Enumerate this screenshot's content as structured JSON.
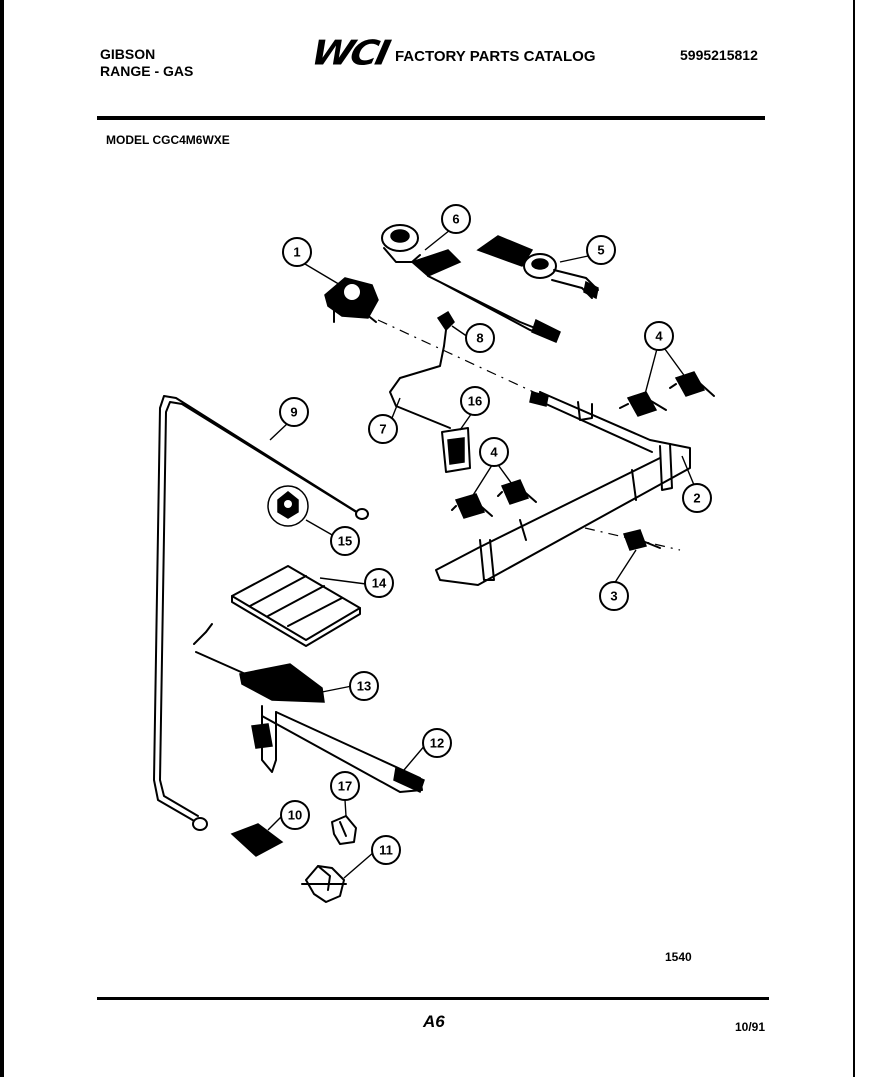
{
  "header": {
    "brand": "GIBSON",
    "product": "RANGE - GAS",
    "logo": "WCI",
    "catalog_title": "FACTORY PARTS CATALOG",
    "part_number": "5995215812"
  },
  "model_label": "MODEL CGC4M6WXE",
  "diagram": {
    "callouts": [
      {
        "id": "c1",
        "label": "1"
      },
      {
        "id": "c2",
        "label": "2"
      },
      {
        "id": "c3",
        "label": "3"
      },
      {
        "id": "c4a",
        "label": "4"
      },
      {
        "id": "c4b",
        "label": "4"
      },
      {
        "id": "c5",
        "label": "5"
      },
      {
        "id": "c6",
        "label": "6"
      },
      {
        "id": "c7",
        "label": "7"
      },
      {
        "id": "c8",
        "label": "8"
      },
      {
        "id": "c9",
        "label": "9"
      },
      {
        "id": "c10",
        "label": "10"
      },
      {
        "id": "c11",
        "label": "11"
      },
      {
        "id": "c12",
        "label": "12"
      },
      {
        "id": "c13",
        "label": "13"
      },
      {
        "id": "c14",
        "label": "14"
      },
      {
        "id": "c15",
        "label": "15"
      },
      {
        "id": "c16",
        "label": "16"
      },
      {
        "id": "c17",
        "label": "17"
      }
    ]
  },
  "footer": {
    "figure_code": "1540",
    "page_code": "A6",
    "date_code": "10/91"
  }
}
